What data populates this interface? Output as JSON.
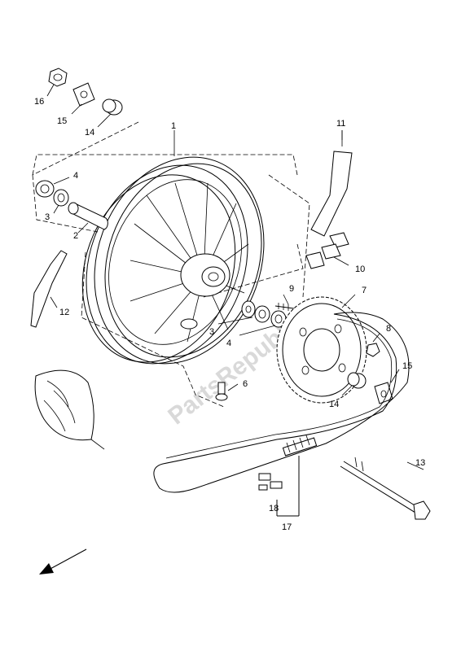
{
  "diagram": {
    "watermark": "PartsRepublik",
    "callouts": [
      {
        "id": "c1",
        "label": "1"
      },
      {
        "id": "c2",
        "label": "2"
      },
      {
        "id": "c3a",
        "label": "3"
      },
      {
        "id": "c3b",
        "label": "3"
      },
      {
        "id": "c4a",
        "label": "4"
      },
      {
        "id": "c4b",
        "label": "4"
      },
      {
        "id": "c6",
        "label": "6"
      },
      {
        "id": "c7",
        "label": "7"
      },
      {
        "id": "c8",
        "label": "8"
      },
      {
        "id": "c9",
        "label": "9"
      },
      {
        "id": "c10",
        "label": "10"
      },
      {
        "id": "c11",
        "label": "11"
      },
      {
        "id": "c12",
        "label": "12"
      },
      {
        "id": "c13",
        "label": "13"
      },
      {
        "id": "c14a",
        "label": "14"
      },
      {
        "id": "c14b",
        "label": "14"
      },
      {
        "id": "c15a",
        "label": "15"
      },
      {
        "id": "c15b",
        "label": "15"
      },
      {
        "id": "c16",
        "label": "16"
      },
      {
        "id": "c17",
        "label": "17"
      },
      {
        "id": "c18",
        "label": "18"
      }
    ]
  }
}
